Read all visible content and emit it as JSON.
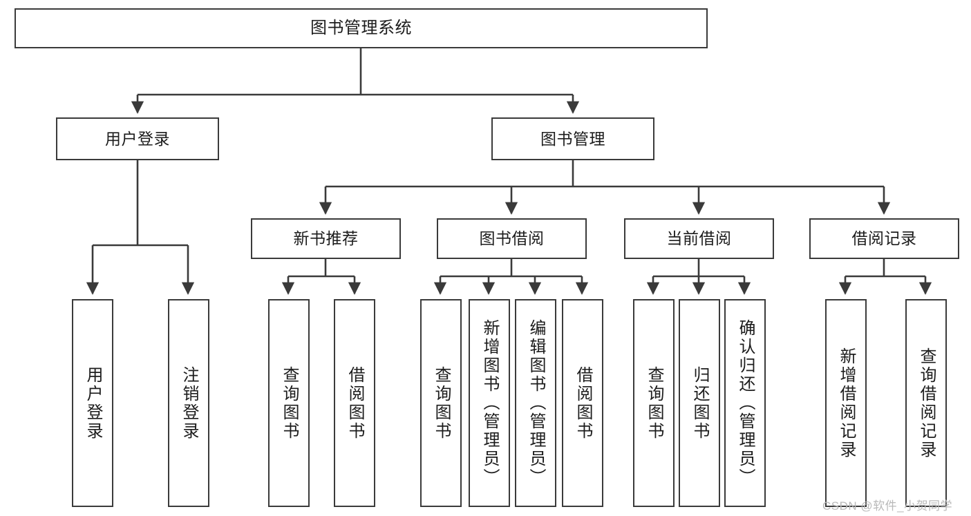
{
  "diagram": {
    "type": "tree",
    "title": "图书管理系统",
    "orientation": "top-down",
    "line_color": "#3a3a3a",
    "node_fill": "#ffffff",
    "text_color": "#1c1c1c",
    "nodes": {
      "root": {
        "label": "图书管理系统"
      },
      "user_login": {
        "label": "用户登录"
      },
      "book_manage": {
        "label": "图书管理"
      },
      "new_book_rec": {
        "label": "新书推荐"
      },
      "book_borrow": {
        "label": "图书借阅"
      },
      "current_borrow": {
        "label": "当前借阅"
      },
      "borrow_record": {
        "label": "借阅记录"
      },
      "leaf_user_login": {
        "label": "用户登录"
      },
      "leaf_logout_login": {
        "label": "注销登录"
      },
      "leaf_query_book_1": {
        "label": "查询图书"
      },
      "leaf_borrow_book_1": {
        "label": "借阅图书"
      },
      "leaf_query_book_2": {
        "label": "查询图书"
      },
      "leaf_add_book": {
        "label": "新增图书（管理员）"
      },
      "leaf_edit_book": {
        "label": "编辑图书（管理员）"
      },
      "leaf_borrow_book_2": {
        "label": "借阅图书"
      },
      "leaf_query_book_3": {
        "label": "查询图书"
      },
      "leaf_return_book": {
        "label": "归还图书"
      },
      "leaf_confirm_return": {
        "label": "确认归还（管理员）"
      },
      "leaf_add_record": {
        "label": "新增借阅记录"
      },
      "leaf_query_record": {
        "label": "查询借阅记录"
      }
    },
    "edges": [
      {
        "from": "root",
        "to": "user_login"
      },
      {
        "from": "root",
        "to": "book_manage"
      },
      {
        "from": "user_login",
        "to": "leaf_user_login"
      },
      {
        "from": "user_login",
        "to": "leaf_logout_login"
      },
      {
        "from": "book_manage",
        "to": "new_book_rec"
      },
      {
        "from": "book_manage",
        "to": "book_borrow"
      },
      {
        "from": "book_manage",
        "to": "current_borrow"
      },
      {
        "from": "book_manage",
        "to": "borrow_record"
      },
      {
        "from": "new_book_rec",
        "to": "leaf_query_book_1"
      },
      {
        "from": "new_book_rec",
        "to": "leaf_borrow_book_1"
      },
      {
        "from": "book_borrow",
        "to": "leaf_query_book_2"
      },
      {
        "from": "book_borrow",
        "to": "leaf_add_book"
      },
      {
        "from": "book_borrow",
        "to": "leaf_edit_book"
      },
      {
        "from": "book_borrow",
        "to": "leaf_borrow_book_2"
      },
      {
        "from": "current_borrow",
        "to": "leaf_query_book_3"
      },
      {
        "from": "current_borrow",
        "to": "leaf_return_book"
      },
      {
        "from": "current_borrow",
        "to": "leaf_confirm_return"
      },
      {
        "from": "borrow_record",
        "to": "leaf_add_record"
      },
      {
        "from": "borrow_record",
        "to": "leaf_query_record"
      }
    ]
  },
  "watermark": {
    "text": "CSDN @软件_小贺同学"
  }
}
